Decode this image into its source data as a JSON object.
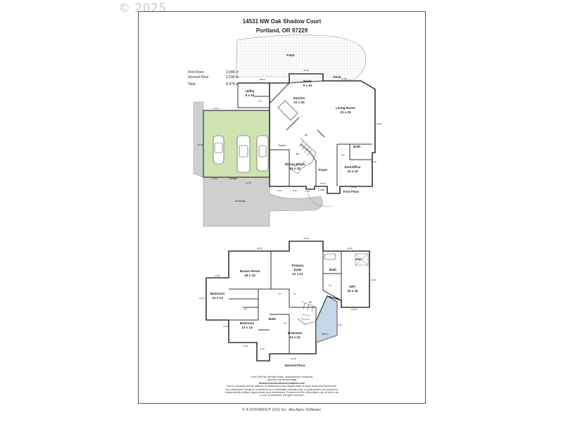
{
  "watermark": "© 2025",
  "address_line1": "14531 NW Oak Shadow Court",
  "address_line2": "Portland, OR 97229",
  "areas": [
    {
      "label": "First Floor",
      "value": "2,048 sf"
    },
    {
      "label": "Second Floor",
      "value": "2,330 sf"
    },
    {
      "label": "Total",
      "value": "4,378 sf"
    }
  ],
  "first_floor": {
    "title": "First Floor",
    "rooms": {
      "patio": "Patio",
      "deck": "Deck",
      "nook": "Nook",
      "nook_size": "9 x 10",
      "utility": "Utility",
      "utility_size": "9 x 10",
      "kitchen": "Kitchen",
      "kitchen_size": "21 x 25",
      "living": "Living Room",
      "living_size": "21 x 26",
      "pantry": "Pantry",
      "dining": "Dining Room",
      "dining_size": "14 x 15",
      "foyer": "Foyer",
      "den": "Den/Office",
      "den_size": "12 x 15",
      "bath": "Bath",
      "porch": "Porch",
      "garage": "Garage",
      "driveway": "Driveway",
      "closet": "Cl",
      "up": "Up",
      "dn": "Dn"
    }
  },
  "second_floor": {
    "title": "Second Floor",
    "rooms": {
      "bonus": "Bonus Room",
      "bonus_size": "18 x 19",
      "primary": "Primary",
      "primary_suite": "Suite",
      "primary_size": "21 x 21",
      "bath": "Bath",
      "swr": "Swr",
      "wic": "WIC",
      "wic_size": "16 x 16",
      "bedroom": "Bedroom",
      "bed1_size": "12 x 13",
      "bed2_size": "13 x 14",
      "bed3_size": "13 x 22",
      "open": "Open",
      "closet": "Cl",
      "dn": "Dn"
    }
  },
  "dims": {
    "d28": "28.00'",
    "d11": "11.00'",
    "d21": "21.00'",
    "d12": "12.00'",
    "d14": "14.00'",
    "d15": "15.00'",
    "d16": "16.00'",
    "d20": "20.00'",
    "d9": "9.00'",
    "d2": "2.00'",
    "d3": "3.00'",
    "d13": "13.00'",
    "d12_5": "12.50'",
    "d1": "1.00'",
    "d10": "10.00'",
    "d4": "4.00'",
    "d5": "5.00'",
    "d8": "8.00'",
    "d18": "18.00'",
    "d23": "23.00'",
    "d6": "6.00'"
  },
  "credits": [
    "Floor Plan By: Michael Tsaah, Measurement Northwest",
    "(formerly Harris Astrology)",
    "Measurementnorthwest@outlook.com",
    "Due to rounding and the difficulty in measuring to the outside walls of upper floors and basements,",
    "the calculations should be considered as a reasonable estimate only, not guaranteed, and should be",
    "independently verified. Approximate room dimensions. Prepared for the intent listed only, all other use",
    "or use is authorized. All rights reserved."
  ],
  "footer": "© ILOOKABOUT (US) Inc. dba Apex Software",
  "colors": {
    "garage": "#cfe3b0",
    "driveway": "#cfcfcf",
    "open": "#c5d7ea",
    "wall": "#333333",
    "patio_grid": "#bdbdbd"
  }
}
